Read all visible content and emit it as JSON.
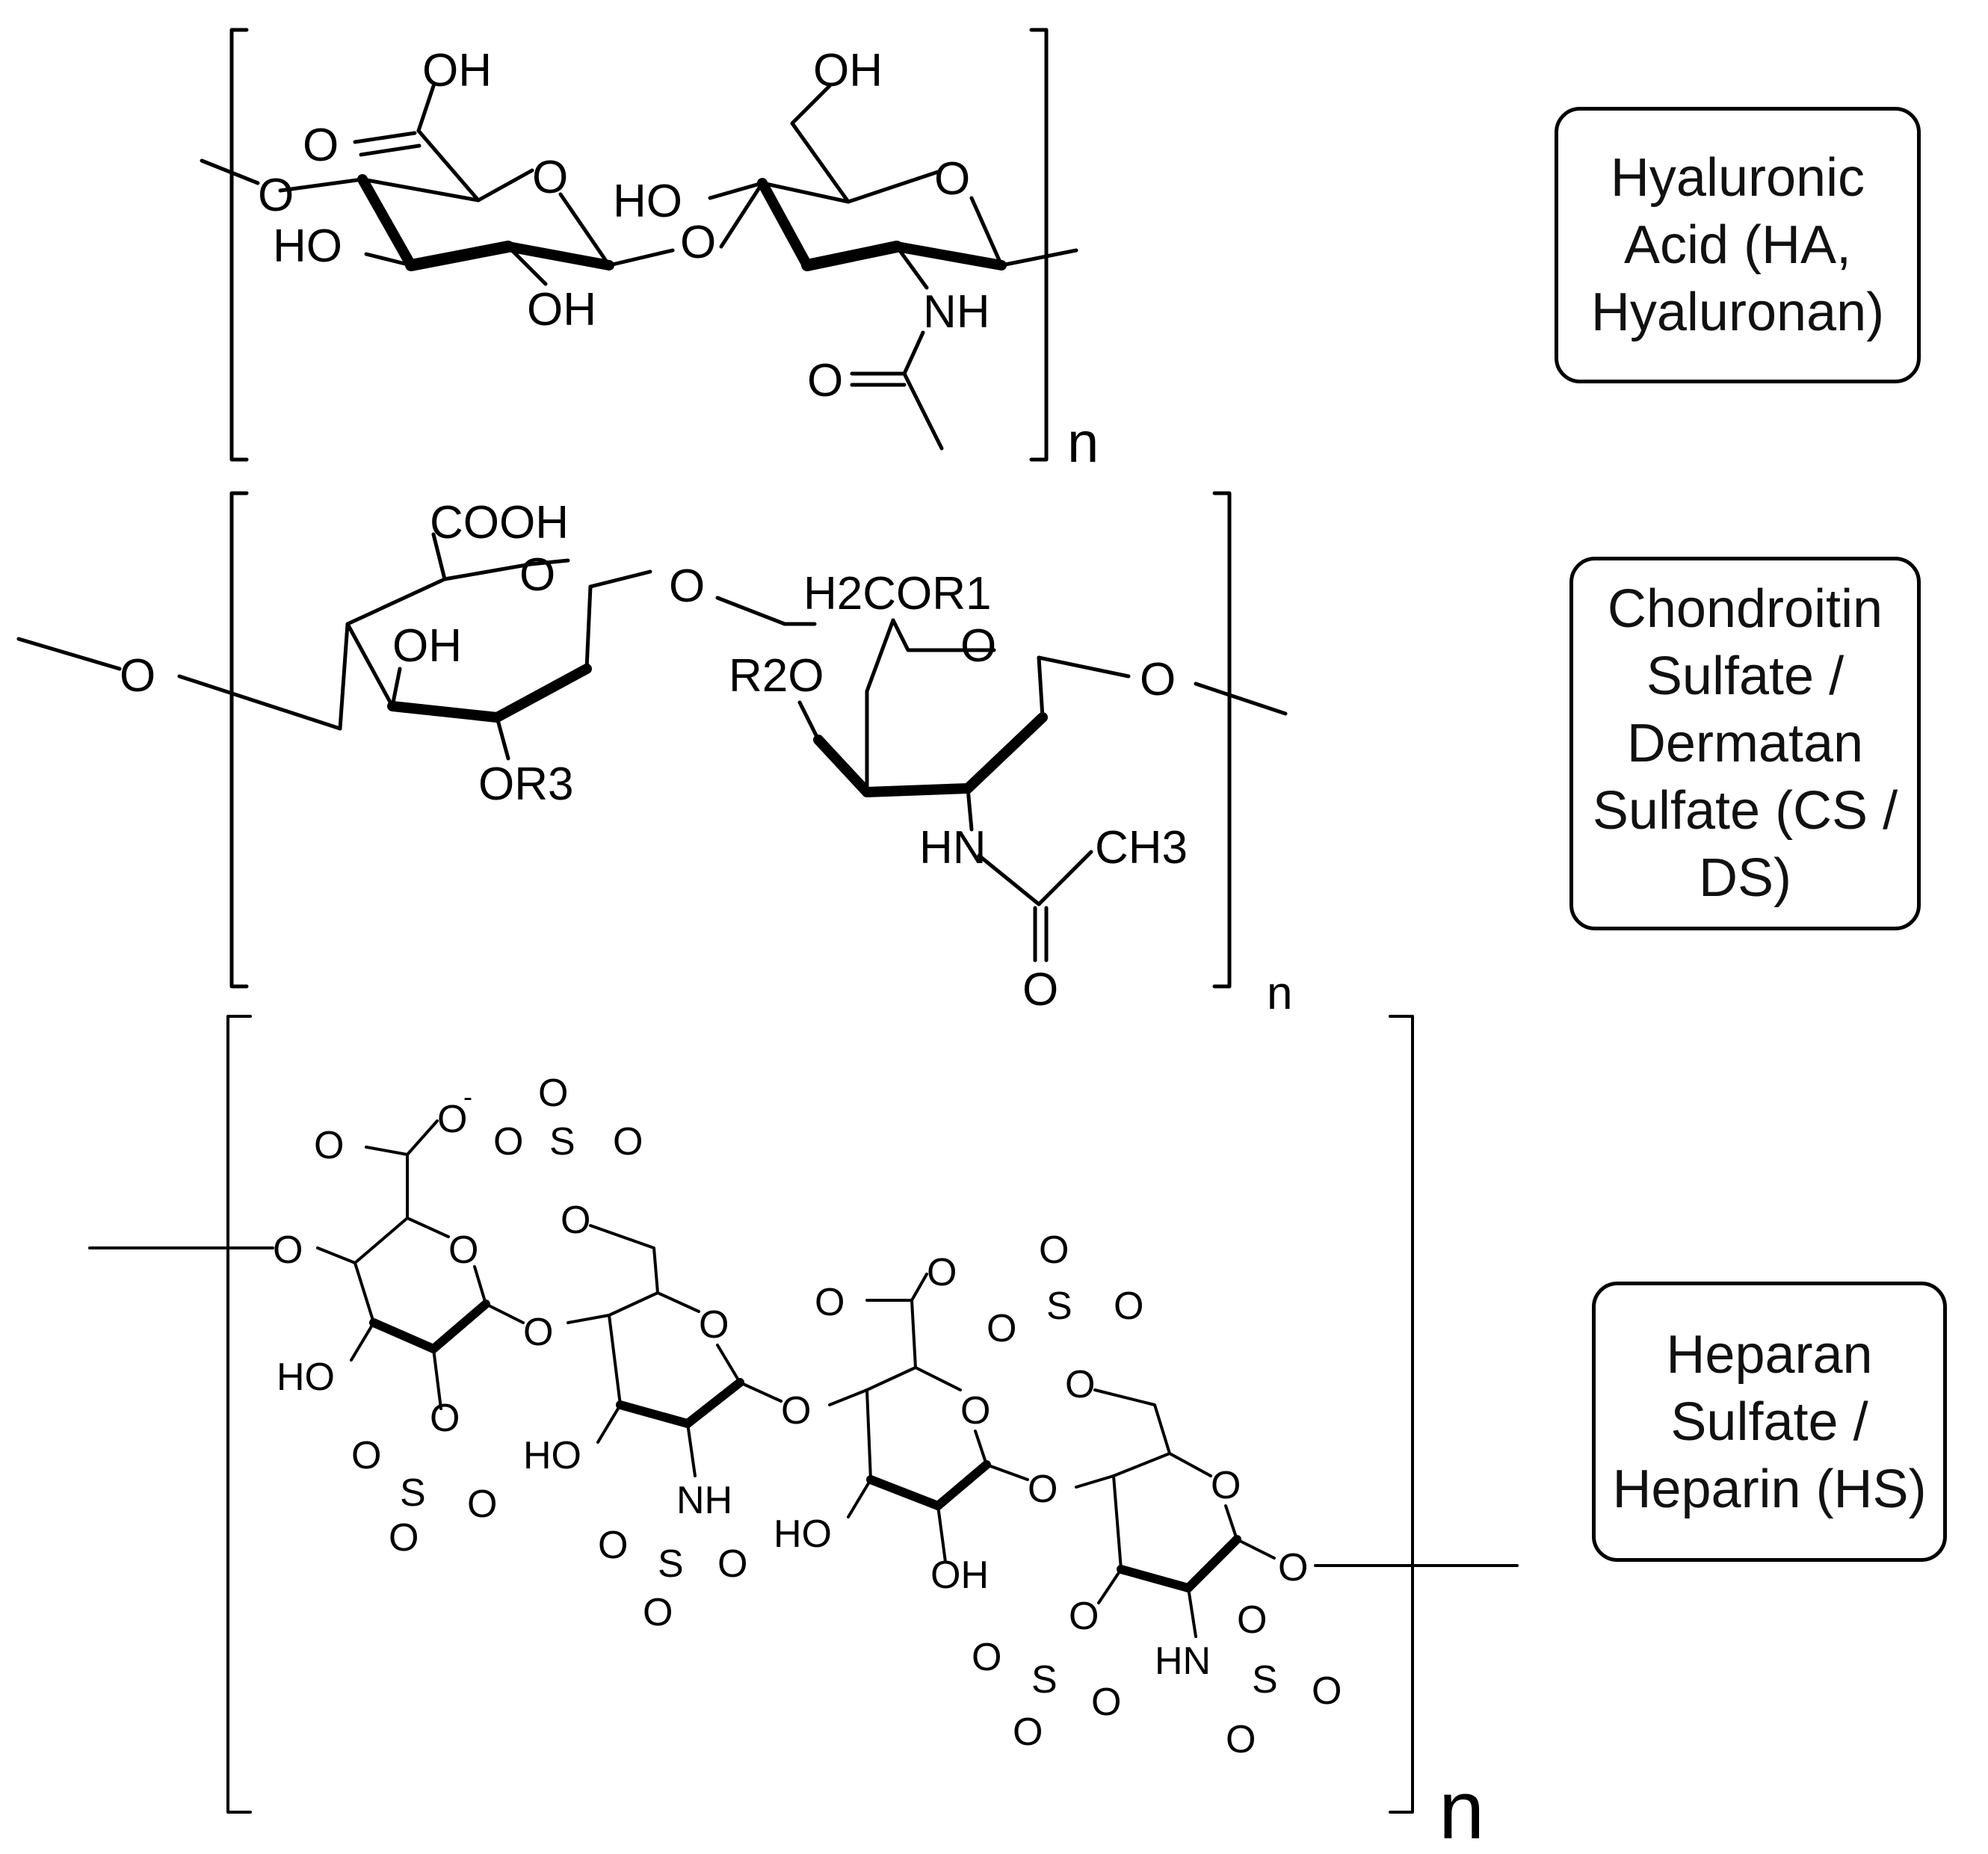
{
  "molecules": [
    {
      "name": "Hyaluronic Acid (HA, Hyaluronan)",
      "name_lines": [
        "Hyaluronic",
        "Acid (HA,",
        "Hyaluronan)"
      ],
      "repeat_label": "n"
    },
    {
      "name": "Chondroitin Sulfate / Dermatan Sulfate (CS / DS)",
      "name_lines": [
        "Chondroitin",
        "Sulfate /",
        "Dermatan",
        "Sulfate (CS /",
        "DS)"
      ],
      "repeat_label": "n"
    },
    {
      "name": "Heparan Sulfate / Heparin (HS)",
      "name_lines": [
        "Heparan",
        "Sulfate /",
        "Heparin (HS)"
      ],
      "repeat_label": "n"
    }
  ],
  "atoms": {
    "O": "O",
    "OH": "OH",
    "HO": "HO",
    "NH": "NH",
    "HN": "HN",
    "S": "S",
    "COOH": "COOH",
    "H2COR1": "H2COR1",
    "R2O": "R2O",
    "OR3": "OR3",
    "CH3": "CH3",
    "minus": "-"
  }
}
